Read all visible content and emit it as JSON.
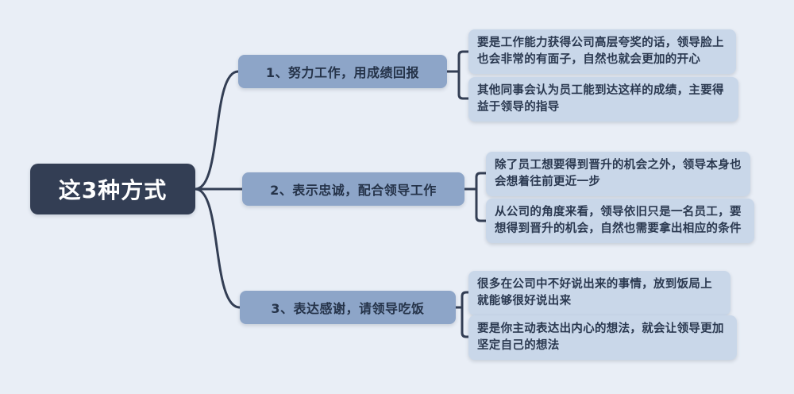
{
  "root": {
    "label": "这3种方式"
  },
  "branches": [
    {
      "label": "1、努力工作，用成绩回报",
      "leaves": [
        "要是工作能力获得公司高层夸奖的话，领导脸上也会非常的有面子，自然也就会更加的开心",
        "其他同事会认为员工能到达这样的成绩，主要得益于领导的指导"
      ]
    },
    {
      "label": "2、表示忠诚，配合领导工作",
      "leaves": [
        "除了员工想要得到晋升的机会之外，领导本身也会想着往前更近一步",
        "从公司的角度来看，领导依旧只是一名员工，要想得到晋升的机会，自然也需要拿出相应的条件"
      ]
    },
    {
      "label": "3、表达感谢，请领导吃饭",
      "leaves": [
        "很多在公司中不好说出来的事情，放到饭局上就能够很好说出来",
        "要是你主动表达出内心的想法，就会让领导更加坚定自己的想法"
      ]
    }
  ],
  "colors": {
    "background": "#e9eef6",
    "root_bg": "#333e54",
    "root_text": "#ffffff",
    "branch_bg": "#8da5c8",
    "leaf_bg": "#c9d7e9",
    "text": "#2b3950",
    "connector": "#333e54"
  }
}
